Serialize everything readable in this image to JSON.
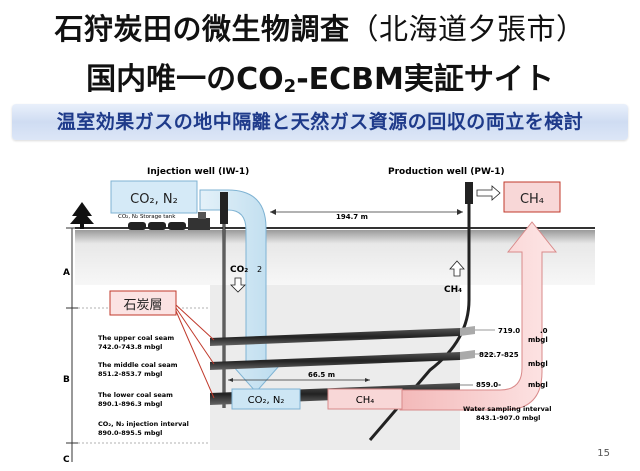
{
  "title": {
    "line1_main": "石狩炭田の微生物調査",
    "line1_paren": "（北海道夕張市）",
    "line2_pre": "国内唯一のCO",
    "line2_sub": "2",
    "line2_post": "-ECBM実証サイト"
  },
  "banner": "温室効果ガスの地中隔離と天然ガス資源の回収の両立を検討",
  "diagram": {
    "injection_well": "Injection well (IW-1)",
    "production_well": "Production well (PW-1)",
    "co2_n2_box": "CO₂, N₂",
    "ch4_box": "CH₄",
    "storage_tank": "CO₂, N₂ Storage tank",
    "distance_wells": "194.7 m",
    "distance_lower": "66.5 m",
    "co2_label": "CO₂",
    "co2_label_extra": "2",
    "ch4_label": "CH₄",
    "coal_label": "石炭層",
    "zone_a": "A",
    "zone_b": "B",
    "zone_c": "C",
    "upper_seam_name": "The upper coal seam",
    "upper_seam_depth": "742.0-743.8 mbgl",
    "middle_seam_name": "The middle coal seam",
    "middle_seam_depth": "851.2-853.7 mbgl",
    "lower_seam_name": "The lower coal seam",
    "lower_seam_depth": "890.1-896.3 mbgl",
    "injection_interval_name": "CO₂, N₂ injection interval",
    "injection_interval_depth": "890.0-895.5 mbgl",
    "right_depth_1": "719.0",
    "right_depth_1b": ".0",
    "right_depth_1c": "mbgl",
    "right_depth_2": "822.7-825",
    "right_depth_2b": "mbgl",
    "right_depth_3": "859.0-",
    "right_depth_3b": "mbgl",
    "sampling_interval_name": "Water sampling interval",
    "sampling_interval_depth": "843.1-907.0 mbgl",
    "lower_co2_box": "CO₂, N₂",
    "lower_ch4_box": "CH₄"
  },
  "page_number": "15",
  "colors": {
    "co2_flow": "#cde6f4",
    "ch4_flow": "#f7cfcf",
    "coal_label_bg": "#fbe3e3",
    "coal_label_border": "#c0392b",
    "banner_text": "#1e3a8a"
  }
}
